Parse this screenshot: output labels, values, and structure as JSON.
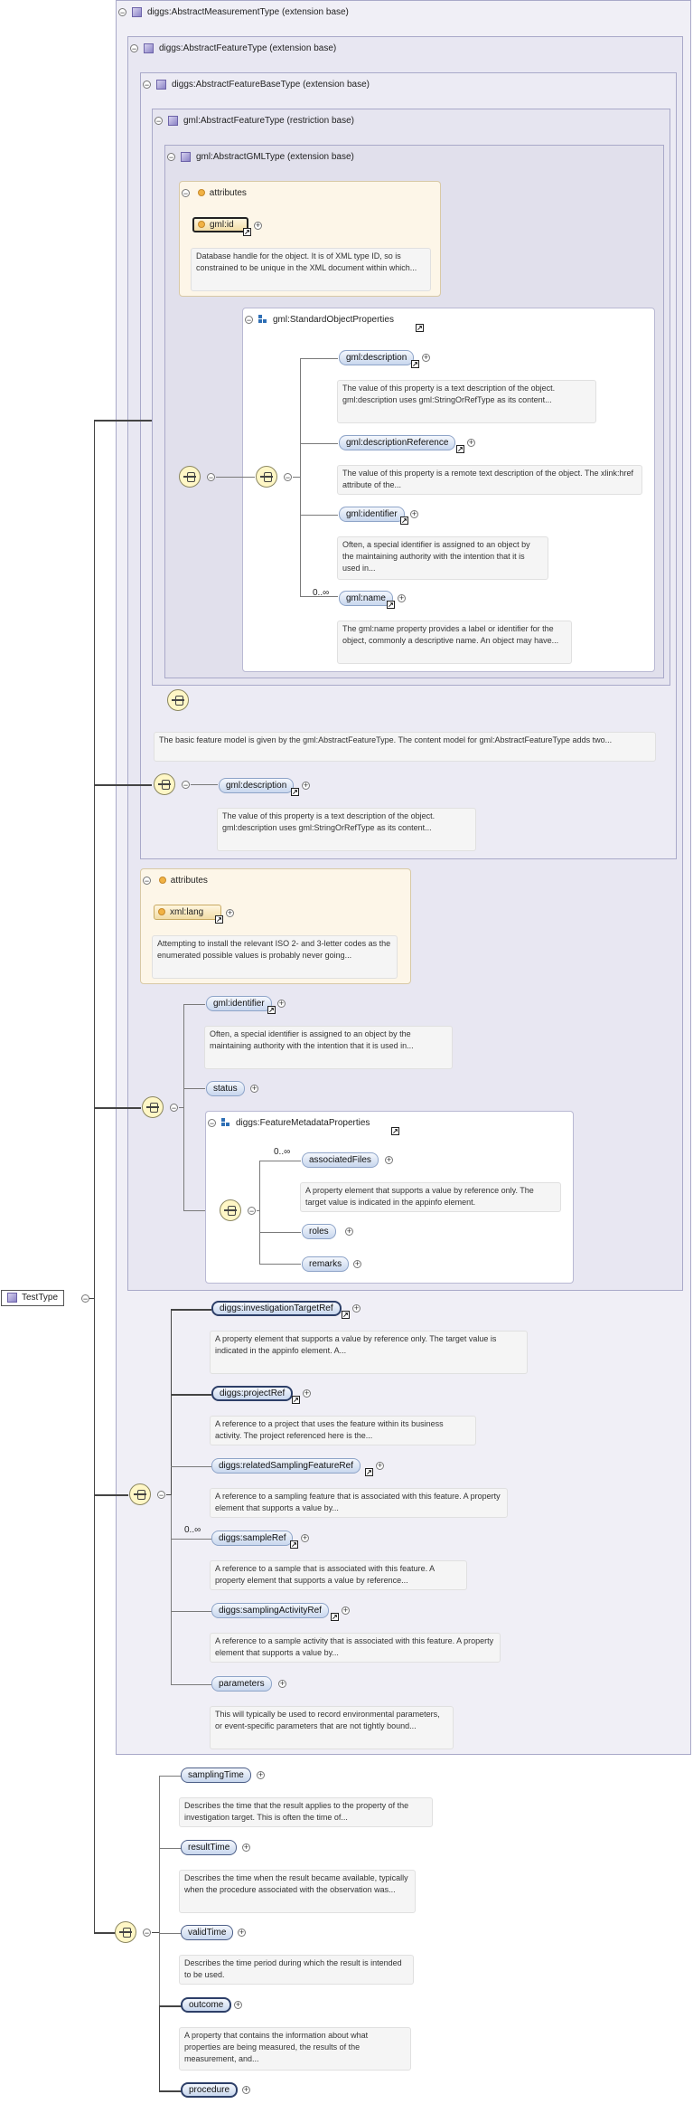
{
  "root": {
    "label": "TestType"
  },
  "boxes": {
    "abstract_measurement": "diggs:AbstractMeasurementType (extension base)",
    "abstract_feature": "diggs:AbstractFeatureType (extension base)",
    "abstract_feature_base": "diggs:AbstractFeatureBaseType (extension base)",
    "gml_abstract_feature": "gml:AbstractFeatureType (restriction base)",
    "gml_abstract_gml": "gml:AbstractGMLType (extension base)"
  },
  "gml_attrs": {
    "header": "attributes",
    "id_label": "gml:id",
    "id_doc": "Database handle for the object. It is of XML type ID, so is constrained to be unique in the XML document within which..."
  },
  "std_props": {
    "title": "gml:StandardObjectProperties",
    "description": "gml:description",
    "description_doc": "The value of this property is a text description of the object. gml:description uses gml:StringOrRefType as its content...",
    "descriptionReference": "gml:descriptionReference",
    "descriptionReference_doc": "The value of this property is a remote text description of the object. The xlink:href attribute of the...",
    "identifier": "gml:identifier",
    "identifier_doc": "Often, a special identifier is assigned to an object by the maintaining authority with the intention that it is used in...",
    "name_occ": "0..∞",
    "name": "gml:name",
    "name_doc": "The gml:name property provides a label or identifier for the object, commonly a descriptive name. An object may have..."
  },
  "feature_doc": "The basic feature model is given by the gml:AbstractFeatureType. The content model for gml:AbstractFeatureType adds two...",
  "base_description": {
    "label": "gml:description",
    "doc": "The value of this property is a text description of the object. gml:description uses gml:StringOrRefType as its content..."
  },
  "lang_attrs": {
    "header": "attributes",
    "label": "xml:lang",
    "doc": "Attempting to install the relevant ISO 2- and 3-letter codes as the enumerated possible values is probably never going..."
  },
  "feature_seq": {
    "identifier": "gml:identifier",
    "identifier_doc": "Often, a special identifier is assigned to an object by the maintaining authority with the intention that it is used in...",
    "status": "status",
    "metadata_title": "diggs:FeatureMetadataProperties",
    "files_occ": "0..∞",
    "files": "associatedFiles",
    "files_doc": "A property element that supports a value by reference only. The target value is indicated in the appinfo element.",
    "roles": "roles",
    "remarks": "remarks"
  },
  "measurement_seq": {
    "investigation": "diggs:investigationTargetRef",
    "investigation_doc": "A property element that supports a value by reference only. The target value is indicated in the appinfo element. A...",
    "project": "diggs:projectRef",
    "project_doc": "A reference to a project that uses the feature within its business activity. The project referenced here is the...",
    "related": "diggs:relatedSamplingFeatureRef",
    "related_doc": "A reference to a sampling feature that is associated with this feature. A property element that supports a value by...",
    "sample_occ": "0..∞",
    "sample": "diggs:sampleRef",
    "sample_doc": "A reference to a sample that is associated with this feature. A property element that supports a value by reference...",
    "activity": "diggs:samplingActivityRef",
    "activity_doc": "A reference to a sample activity that is associated with this feature. A property element that supports a value by...",
    "parameters": "parameters",
    "parameters_doc": "This will typically be used to record environmental parameters, or event-specific parameters that are not tightly bound..."
  },
  "test_seq": {
    "samplingTime": "samplingTime",
    "samplingTime_doc": "Describes the time that the result applies to the property of the investigation target. This is often the time of...",
    "resultTime": "resultTime",
    "resultTime_doc": "Describes the time when the result became available, typically when the procedure associated with the observation was...",
    "validTime": "validTime",
    "validTime_doc": "Describes the time period during which the result is intended to be used.",
    "outcome": "outcome",
    "outcome_doc": "A property that contains the information about what properties are being measured, the results of the measurement, and...",
    "procedure": "procedure"
  }
}
